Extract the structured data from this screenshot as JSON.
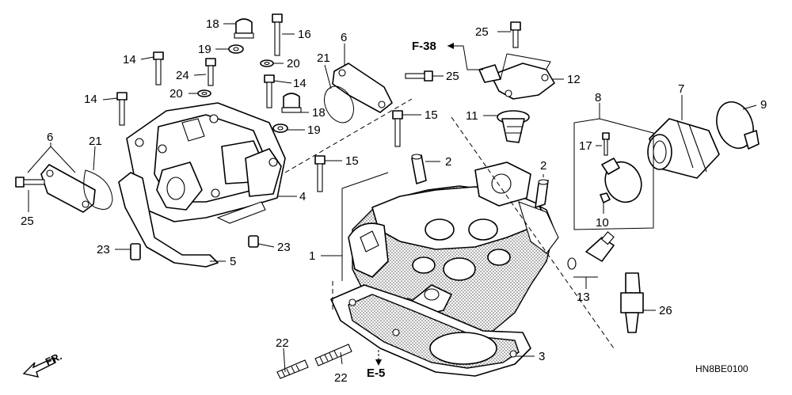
{
  "diagram_code": "HN8BE0100",
  "direction_label": "FR.",
  "references": {
    "f38": "F-38",
    "e5": "E-5"
  },
  "callouts": {
    "c1": "1",
    "c2a": "2",
    "c2b": "2",
    "c3": "3",
    "c4": "4",
    "c5": "5",
    "c6a": "6",
    "c6b": "6",
    "c7": "7",
    "c8": "8",
    "c9": "9",
    "c10": "10",
    "c11": "11",
    "c12": "12",
    "c13": "13",
    "c14a": "14",
    "c14b": "14",
    "c14c": "14",
    "c15a": "15",
    "c15b": "15",
    "c16": "16",
    "c17": "17",
    "c18a": "18",
    "c18b": "18",
    "c19a": "19",
    "c19b": "19",
    "c20a": "20",
    "c20b": "20",
    "c21a": "21",
    "c21b": "21",
    "c22a": "22",
    "c22b": "22",
    "c23a": "23",
    "c23b": "23",
    "c24": "24",
    "c25a": "25",
    "c25b": "25",
    "c25c": "25",
    "c26": "26"
  }
}
